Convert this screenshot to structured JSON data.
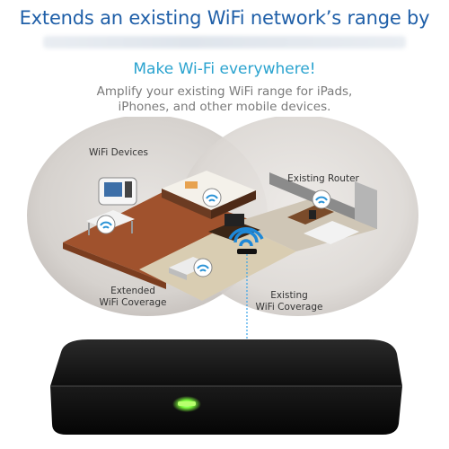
{
  "header": {
    "headline": "Extends an existing WiFi network’s range by"
  },
  "hero": {
    "tagline": "Make Wi-Fi everywhere!",
    "description_line1": "Amplify your existing WiFi range for iPads,",
    "description_line2": "iPhones, and other mobile devices."
  },
  "diagram": {
    "labels": {
      "wifi_devices": "WiFi Devices",
      "existing_router": "Existing Router",
      "extended_line1": "Extended",
      "extended_line2": "WiFi Coverage",
      "existing_line1": "Existing",
      "existing_line2": "WiFi Coverage"
    },
    "icons": [
      "wifi-icon",
      "tablet-icon",
      "phone-icon",
      "router-icon",
      "sofa-icon",
      "bed-icon",
      "table-icon",
      "tv-icon"
    ]
  },
  "product": {
    "icons": [
      "extender-device-image",
      "status-led-icon"
    ],
    "colors": {
      "led": "#7dff3a",
      "body": "#1b1b1b"
    }
  },
  "colors": {
    "headline": "#1f5fa8",
    "tagline": "#2aa3cf",
    "wifi": "#2b93d6"
  }
}
